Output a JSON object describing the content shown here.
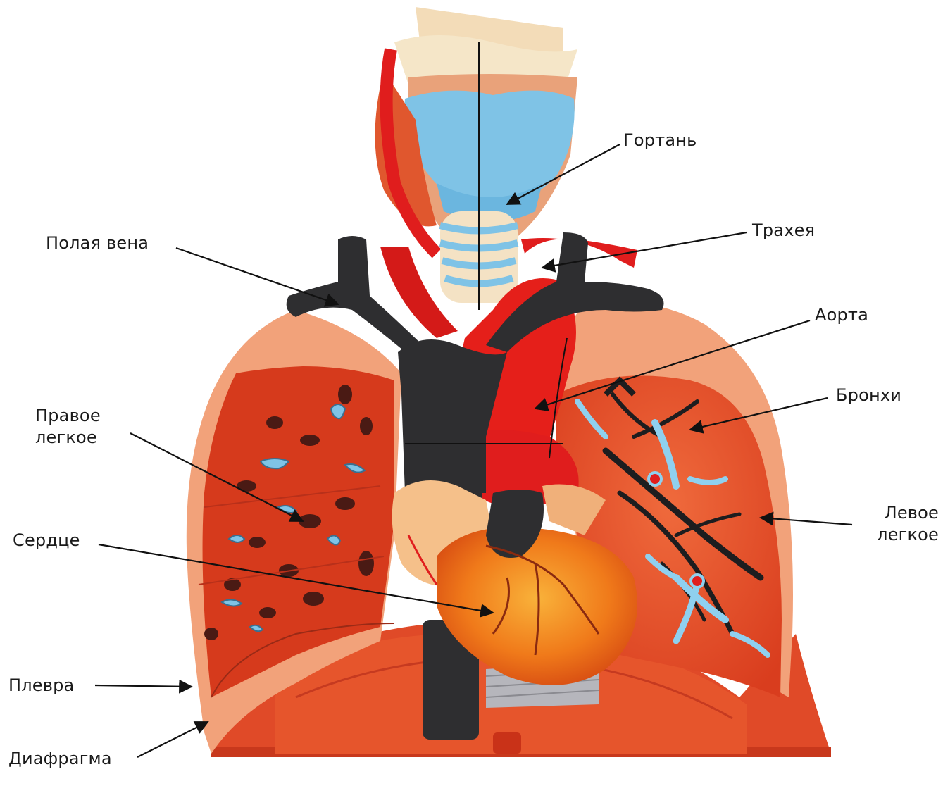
{
  "labels": {
    "larynx": "Гортань",
    "trachea": "Трахея",
    "vena_cava": "Полая вена",
    "aorta": "Аорта",
    "bronchi": "Бронхи",
    "right_lung": "Правое\nлегкое",
    "left_lung": "Левое\nлегкое",
    "heart": "Сердце",
    "pleura": "Плевра",
    "diaphragm": "Диафрагма"
  },
  "colors": {
    "lung_tissue": "#e8552c",
    "lung_cut": "#d63a1c",
    "lung_outer": "#f2a27a",
    "vein": "#2e2e30",
    "artery": "#e01d1d",
    "cartilage": "#7fc3e6",
    "heart": "#f07a1a",
    "heart_light": "#f5c08a",
    "diaphragm": "#e04b2a"
  }
}
